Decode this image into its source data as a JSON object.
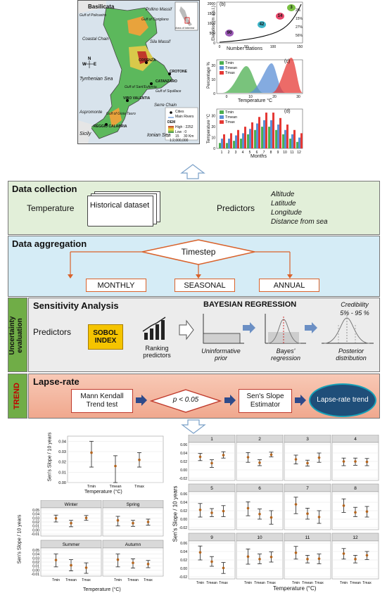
{
  "map": {
    "region_labels": [
      "Basilicata",
      "Gulf of Policastro",
      "Pollino Massif",
      "Gulf of Corigliano",
      "Coastal Chain",
      "Sila Massif",
      "COSENZA",
      "CROTONE",
      "Tyrrhenian Sea",
      "CATANZARO",
      "Gulf of Sant'Eufemia",
      "Gulf of Squillace",
      "VIBO VALENTIA",
      "Serre Chain",
      "Aspromonte",
      "Gulf of Gioia Tauro",
      "REGGIO CALABRIA",
      "Sicily",
      "Ionian Sea"
    ],
    "inset_label": "Area of interest",
    "legend": {
      "cities": "Cities",
      "rivers": "Main Rivers",
      "dem_title": "DEM",
      "high": "High : 2252",
      "low": "Low : 0"
    },
    "scale_ticks": [
      "0",
      "15",
      "30 Km"
    ],
    "scale_ratio": "1:2,000,000",
    "north": "N"
  },
  "panel_b": {
    "tag": "(b)",
    "ylabel": "Elevation (m a.s.l.)",
    "xlabel": "Number stations",
    "y_ticks": [
      "0",
      "500",
      "1000",
      "1500",
      "2000"
    ],
    "x_ticks": [
      "0",
      "50",
      "100",
      "150"
    ],
    "badges": [
      {
        "value": "3",
        "pct": "2%",
        "color": "#7ac043"
      },
      {
        "value": "14",
        "pct": "15%",
        "color": "#e8486b"
      },
      {
        "value": "42",
        "pct": "27%",
        "color": "#3fb5c8"
      },
      {
        "value": "90",
        "pct": "56%",
        "color": "#9b59b6"
      }
    ]
  },
  "panel_c": {
    "tag": "(c)",
    "ylabel": "Percentage %",
    "xlabel": "Temperature °C",
    "y_ticks": [
      "0",
      "10",
      "20"
    ],
    "x_ticks": [
      "0",
      "10",
      "20",
      "30"
    ],
    "legend": [
      "Tmin",
      "Tmean",
      "Tmax"
    ]
  },
  "panel_d": {
    "tag": "(d)",
    "ylabel": "Temperature °C",
    "xlabel": "Months",
    "y_ticks": [
      "0",
      "10",
      "20",
      "30"
    ],
    "legend": [
      "Tmin",
      "Tmean",
      "Tmax"
    ],
    "months": [
      "1",
      "2",
      "3",
      "4",
      "5",
      "6",
      "7",
      "8",
      "9",
      "10",
      "11",
      "12"
    ],
    "tmin": [
      5,
      5,
      7,
      9,
      13,
      17,
      20,
      20,
      17,
      13,
      9,
      6
    ],
    "tmean": [
      9,
      9,
      12,
      14,
      18,
      23,
      26,
      26,
      22,
      17,
      13,
      10
    ],
    "tmax": [
      13,
      14,
      17,
      20,
      24,
      29,
      33,
      33,
      28,
      22,
      17,
      14
    ]
  },
  "colors": {
    "tmin": "#4caf50",
    "tmean": "#5b8fd6",
    "tmax": "#e53935",
    "orange": "#d9622b",
    "green_bg": "#e2efd9",
    "blue_bg": "#d5ecf6",
    "gray_bg": "#ececec",
    "red_bg": "#f4b9a4",
    "side_green": "#70ad47"
  },
  "data_collection": {
    "title": "Data collection",
    "temperature": "Temperature",
    "dataset": "Historical dataset",
    "predictors": "Predictors",
    "predictor_list": [
      "Altitude",
      "Latitude",
      "Longitude",
      "Distance from sea"
    ]
  },
  "data_aggregation": {
    "title": "Data aggregation",
    "timestep": "Timestep",
    "options": [
      "MONTHLY",
      "SEASONAL",
      "ANNUAL"
    ]
  },
  "uncertainty": {
    "side_label": "Uncertainty evaluation",
    "title": "Sensitivity Analysis",
    "predictors": "Predictors",
    "sobol": "SOBOL INDEX",
    "ranking": "Ranking predictors",
    "bayes_title": "BAYESIAN REGRESSION",
    "credibility": "Credibility",
    "credibility_range": "5% - 95 %",
    "prior": "Uninformative prior",
    "bayes": "Bayes' regression",
    "posterior": "Posterior distribution"
  },
  "trend": {
    "side_label": "TREND",
    "title": "Lapse-rate",
    "mk": "Mann Kendall Trend test",
    "pval": "p < 0.05",
    "sens": "Sen's Slope Estimator",
    "result": "Lapse-rate trend"
  },
  "annual_plot": {
    "ylabel": "Sen's Slope / 10 years",
    "xlabel": "Temperature (°C)",
    "categories": [
      "Tmin",
      "Tmean",
      "Tmax"
    ],
    "y_ticks": [
      "0.00",
      "0.01",
      "0.02",
      "0.03",
      "0.04"
    ],
    "ylim": [
      0,
      0.045
    ],
    "mean": [
      0.029,
      0.016,
      0.022
    ],
    "low": [
      0.015,
      0.0,
      0.015
    ],
    "high": [
      0.04,
      0.026,
      0.029
    ]
  },
  "seasonal_plot": {
    "ylabel": "Sen's Slope / 10 years",
    "xlabel": "Temperature (°C)",
    "categories": [
      "Tmin",
      "Tmean",
      "Tmax"
    ],
    "y_ticks": [
      "-0.01",
      "0.00",
      "0.01",
      "0.02",
      "0.03",
      "0.04",
      "0.05"
    ],
    "ylim": [
      -0.015,
      0.055
    ],
    "facets": [
      {
        "name": "Winter",
        "mean": [
          0.029,
          0.017,
          0.03
        ],
        "low": [
          0.02,
          0.008,
          0.024
        ],
        "high": [
          0.037,
          0.024,
          0.036
        ]
      },
      {
        "name": "Spring",
        "mean": [
          0.024,
          0.017,
          0.02
        ],
        "low": [
          0.01,
          0.009,
          0.012
        ],
        "high": [
          0.034,
          0.024,
          0.027
        ]
      },
      {
        "name": "Summer",
        "mean": [
          0.025,
          0.012,
          0.006
        ],
        "low": [
          0.008,
          -0.002,
          -0.008
        ],
        "high": [
          0.04,
          0.026,
          0.018
        ]
      },
      {
        "name": "Autumn",
        "mean": [
          0.026,
          0.018,
          0.015
        ],
        "low": [
          0.008,
          0.005,
          0.006
        ],
        "high": [
          0.04,
          0.028,
          0.024
        ]
      }
    ]
  },
  "monthly_plot": {
    "ylabel": "Sen's Slope / 10 years",
    "xlabel": "Temperature (°C)",
    "categories": [
      "Tmin",
      "Tmean",
      "Tmax"
    ],
    "y_ticks": [
      "-0.02",
      "0.00",
      "0.02",
      "0.04",
      "0.06"
    ],
    "ylim": [
      -0.025,
      0.065
    ],
    "facets": [
      {
        "name": "1",
        "mean": [
          0.031,
          0.016,
          0.035
        ],
        "low": [
          0.022,
          0.006,
          0.028
        ],
        "high": [
          0.039,
          0.024,
          0.043
        ]
      },
      {
        "name": "2",
        "mean": [
          0.03,
          0.017,
          0.036
        ],
        "low": [
          0.018,
          0.01,
          0.031
        ],
        "high": [
          0.041,
          0.024,
          0.042
        ]
      },
      {
        "name": "3",
        "mean": [
          0.025,
          0.016,
          0.029
        ],
        "low": [
          0.014,
          0.009,
          0.018
        ],
        "high": [
          0.035,
          0.023,
          0.04
        ]
      },
      {
        "name": "4",
        "mean": [
          0.02,
          0.02,
          0.019
        ],
        "low": [
          0.01,
          0.011,
          0.01
        ],
        "high": [
          0.028,
          0.028,
          0.027
        ]
      },
      {
        "name": "5",
        "mean": [
          0.022,
          0.015,
          0.019
        ],
        "low": [
          0.005,
          0.006,
          0.006
        ],
        "high": [
          0.037,
          0.025,
          0.032
        ]
      },
      {
        "name": "6",
        "mean": [
          0.026,
          0.012,
          0.004
        ],
        "low": [
          0.008,
          0.0,
          -0.012
        ],
        "high": [
          0.041,
          0.024,
          0.02
        ]
      },
      {
        "name": "7",
        "mean": [
          0.035,
          0.013,
          0.005
        ],
        "low": [
          0.013,
          0.0,
          -0.01
        ],
        "high": [
          0.052,
          0.026,
          0.02
        ]
      },
      {
        "name": "8",
        "mean": [
          0.032,
          0.016,
          0.018
        ],
        "low": [
          0.016,
          0.006,
          0.005
        ],
        "high": [
          0.048,
          0.028,
          0.03
        ]
      },
      {
        "name": "9",
        "mean": [
          0.038,
          0.016,
          0.001
        ],
        "low": [
          0.02,
          0.005,
          -0.012
        ],
        "high": [
          0.053,
          0.028,
          0.014
        ]
      },
      {
        "name": "10",
        "mean": [
          0.028,
          0.022,
          0.027
        ],
        "low": [
          0.01,
          0.011,
          0.015
        ],
        "high": [
          0.046,
          0.034,
          0.039
        ]
      },
      {
        "name": "11",
        "mean": [
          0.037,
          0.022,
          0.023
        ],
        "low": [
          0.022,
          0.013,
          0.011
        ],
        "high": [
          0.052,
          0.031,
          0.034
        ]
      },
      {
        "name": "12",
        "mean": [
          0.035,
          0.022,
          0.031
        ],
        "low": [
          0.022,
          0.013,
          0.021
        ],
        "high": [
          0.047,
          0.031,
          0.04
        ]
      }
    ]
  }
}
